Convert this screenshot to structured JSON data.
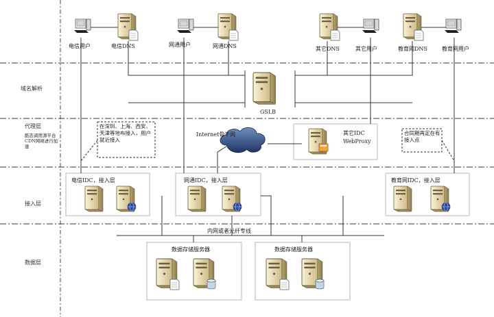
{
  "rows": {
    "domain_resolution": "域名解析",
    "proxy_layer": "代理层",
    "proxy_note": "酷态调用源平台CDN网络进行加速",
    "access_layer": "接入层",
    "data_layer": "数据层"
  },
  "top": {
    "telecom_user": "电信用户",
    "telecom_dns": "电信DNS",
    "netcom_user": "网通用户",
    "netcom_dns": "网通DNS",
    "other_dns": "其它DNS",
    "other_user": "其它用户",
    "edu_dns": "教育网DNS",
    "edu_user": "教育网用户"
  },
  "gslb": "GSLB",
  "proxy": {
    "internet": "Internet骨干网",
    "idc_name": "其它IDC",
    "idc_sub": "WebProxy"
  },
  "callouts": {
    "left": "在深圳、上海、西安、天津等地布接入，用户就近接入",
    "right": "合同期再定在有接入点"
  },
  "access": {
    "telecom_idc": "电信IDC，接入层",
    "netcom_idc": "网通IDC，接入层",
    "edu_idc": "教育网IDC，接入层"
  },
  "backbone": "内网或者光纤专线",
  "storage": {
    "left": "数据存储服务器",
    "right": "数据存储服务器"
  }
}
